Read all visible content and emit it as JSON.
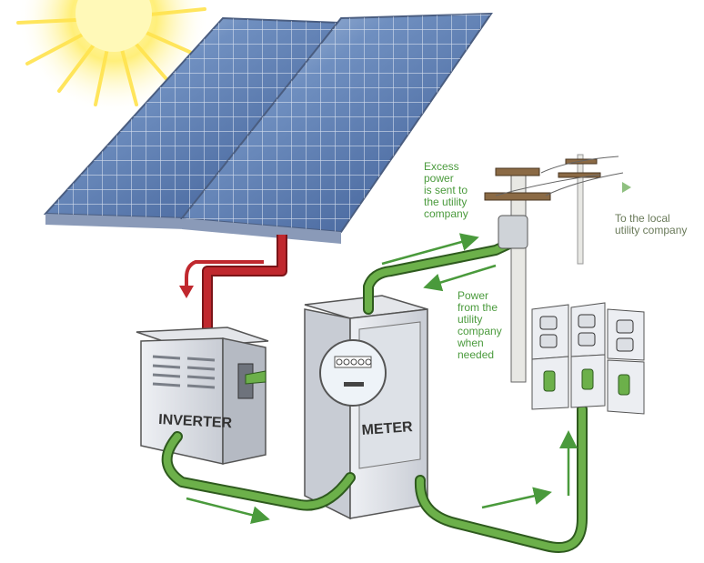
{
  "labels": {
    "inverter": "INVERTER",
    "meter": "METER",
    "excess_power": [
      "Excess",
      "power",
      "is sent to",
      "the utility",
      "company"
    ],
    "power_from_utility": [
      "Power",
      "from the",
      "utility",
      "company",
      "when",
      "needed"
    ],
    "to_local_utility": [
      "To the local",
      "utility company"
    ]
  },
  "colors": {
    "flow_arrow": "#4a9a3c",
    "cable_green": "#6cb04a",
    "cable_red": "#c0282e",
    "panel_blue": "#4c6fa3",
    "sky_sun": "#ffe85a"
  }
}
